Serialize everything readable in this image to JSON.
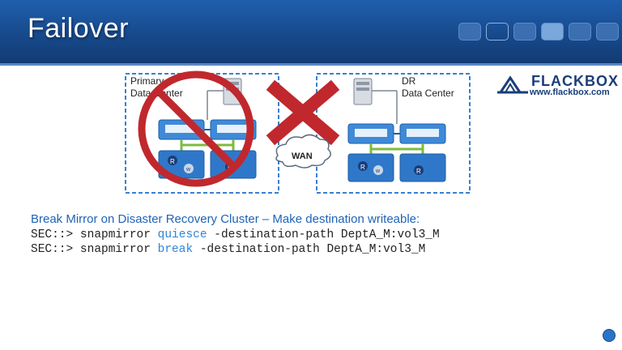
{
  "header": {
    "title": "Failover"
  },
  "nav": {
    "count": 6,
    "active_index": 3
  },
  "diagram": {
    "primary_label_1": "Primary",
    "primary_label_2": "Data Center",
    "dr_label_1": "DR",
    "dr_label_2": "Data Center",
    "wan_label": "WAN",
    "storage_badge_r": "R",
    "storage_badge_w": "w"
  },
  "logo": {
    "name": "FLACKBOX",
    "url": "www.flackbox.com"
  },
  "caption": "Break Mirror on Disaster Recovery Cluster – Make destination writeable:",
  "commands": [
    {
      "prefix": "SEC::> snapmirror ",
      "keyword": "quiesce",
      "suffix": " -destination-path DeptA_M:vol3_M"
    },
    {
      "prefix": "SEC::> snapmirror ",
      "keyword": "break",
      "suffix": " -destination-path DeptA_M:vol3_M"
    }
  ],
  "colors": {
    "header_blue": "#174a8c",
    "caption_blue": "#1f63b8",
    "keyword_blue": "#2e86d6",
    "prohibit_red": "#c0282d"
  }
}
